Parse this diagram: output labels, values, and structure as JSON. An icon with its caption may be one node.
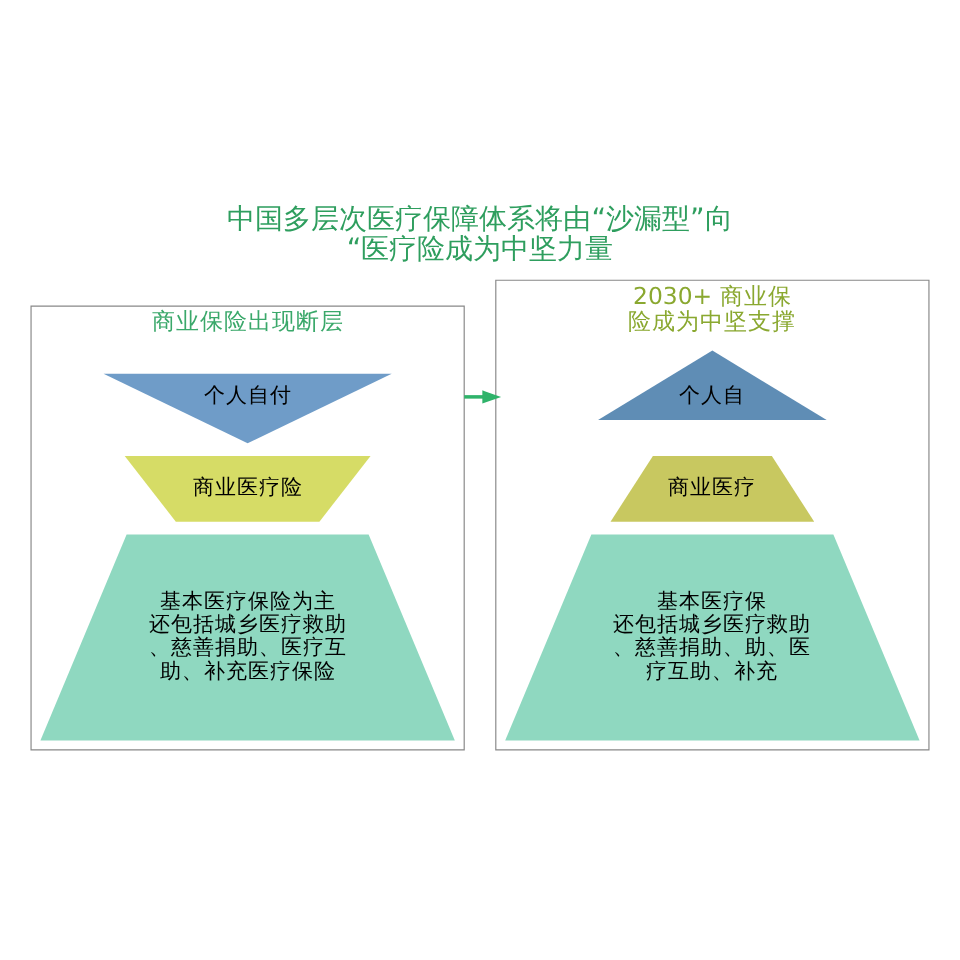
{
  "diagram": {
    "title": "中国多层次医疗保障体系将由“沙漏型”向“医疗险成为中坚力量",
    "nodes": [
      {
        "text": [
          "商业保险出现断层"
        ]
      },
      {
        "text": [
          "个人自付"
        ],
        "in": 0
      },
      {
        "text": [
          "商业医疗险"
        ],
        "in": 0
      },
      {
        "text": [
          "基本医疗保险为主",
          "还包括城乡医疗救助、慈善捐助、医疗互助、补充医疗保险"
        ],
        "in": 0
      },
      {
        "text": [
          "2030+ 商业保险成为中坚支撑"
        ]
      },
      {
        "text": [
          "个人自"
        ],
        "in": 4
      },
      {
        "text": [
          "商业医疗"
        ],
        "in": 4
      },
      {
        "text": [
          "基本医疗保",
          "还包括城乡医疗救助、慈善捐助、助、医疗互助、补充"
        ],
        "in": 4
      }
    ],
    "edges": [
      {
        "from": 0,
        "to": 4,
        "arrow": "to"
      }
    ]
  }
}
